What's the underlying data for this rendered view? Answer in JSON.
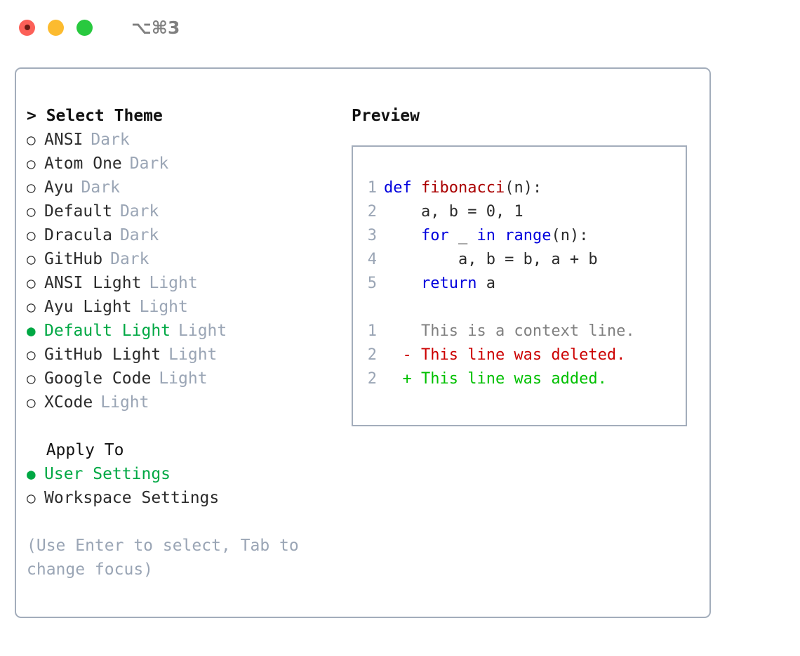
{
  "titlebar": {
    "shortcut": "⌥⌘3",
    "buttons": [
      {
        "name": "close",
        "color": "#fc6058"
      },
      {
        "name": "minimize",
        "color": "#fcbb2f"
      },
      {
        "name": "maximize",
        "color": "#28c93f"
      }
    ]
  },
  "colors": {
    "selection_green": "#00a844",
    "diff_add": "#00c000",
    "diff_delete": "#cc0000",
    "keyword_blue": "#0000dd",
    "function_red": "#aa0000",
    "muted_gray": "#9aa5b5",
    "border": "#a3adbb"
  },
  "theme_section": {
    "title": "Select Theme",
    "focus_marker": ">",
    "focused": true,
    "marker_selected": "●",
    "marker_unselected": "○",
    "items": [
      {
        "label": "ANSI",
        "tag": "Dark",
        "selected": false
      },
      {
        "label": "Atom One",
        "tag": "Dark",
        "selected": false
      },
      {
        "label": "Ayu",
        "tag": "Dark",
        "selected": false
      },
      {
        "label": "Default",
        "tag": "Dark",
        "selected": false
      },
      {
        "label": "Dracula",
        "tag": "Dark",
        "selected": false
      },
      {
        "label": "GitHub",
        "tag": "Dark",
        "selected": false
      },
      {
        "label": "ANSI Light",
        "tag": "Light",
        "selected": false
      },
      {
        "label": "Ayu Light",
        "tag": "Light",
        "selected": false
      },
      {
        "label": "Default Light",
        "tag": "Light",
        "selected": true
      },
      {
        "label": "GitHub Light",
        "tag": "Light",
        "selected": false
      },
      {
        "label": "Google Code",
        "tag": "Light",
        "selected": false
      },
      {
        "label": "XCode",
        "tag": "Light",
        "selected": false
      }
    ]
  },
  "apply_section": {
    "title": "Apply To",
    "focused": false,
    "items": [
      {
        "label": "User Settings",
        "selected": true
      },
      {
        "label": "Workspace Settings",
        "selected": false
      }
    ]
  },
  "hint": "(Use Enter to select, Tab to change focus)",
  "preview": {
    "title": "Preview",
    "code_lines": [
      {
        "number": "1",
        "tokens": [
          {
            "t": "def ",
            "c": "kw"
          },
          {
            "t": "fibonacci",
            "c": "fn"
          },
          {
            "t": "(n):",
            "c": "plain"
          }
        ]
      },
      {
        "number": "2",
        "tokens": [
          {
            "t": "    a, b = 0, 1",
            "c": "plain"
          }
        ]
      },
      {
        "number": "3",
        "tokens": [
          {
            "t": "    ",
            "c": "plain"
          },
          {
            "t": "for",
            "c": "kw"
          },
          {
            "t": " _ ",
            "c": "plain"
          },
          {
            "t": "in",
            "c": "kw"
          },
          {
            "t": " ",
            "c": "plain"
          },
          {
            "t": "range",
            "c": "kw"
          },
          {
            "t": "(n):",
            "c": "plain"
          }
        ]
      },
      {
        "number": "4",
        "tokens": [
          {
            "t": "        a, b = b, a + b",
            "c": "plain"
          }
        ]
      },
      {
        "number": "5",
        "tokens": [
          {
            "t": "    ",
            "c": "plain"
          },
          {
            "t": "return",
            "c": "kw"
          },
          {
            "t": " a",
            "c": "plain"
          }
        ]
      }
    ],
    "diff_lines": [
      {
        "number": "1",
        "marker": " ",
        "text": " This is a context line.",
        "kind": "ctx"
      },
      {
        "number": "2",
        "marker": "-",
        "text": " This line was deleted.",
        "kind": "del"
      },
      {
        "number": "2",
        "marker": "+",
        "text": " This line was added.",
        "kind": "add"
      }
    ]
  }
}
